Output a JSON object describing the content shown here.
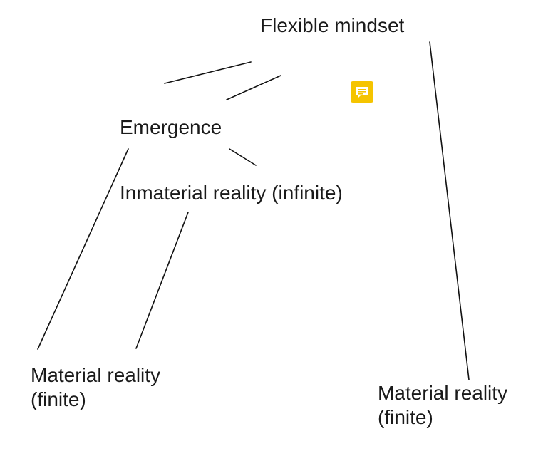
{
  "diagram": {
    "nodes": {
      "flexible_mindset": {
        "line1": "Flexible mindset"
      },
      "emergence": {
        "line1": "Emergence"
      },
      "inmaterial_reality": {
        "line1": "Inmaterial reality (infinite)"
      },
      "material_reality_left": {
        "line1": "Material reality",
        "line2": "(finite)"
      },
      "material_reality_right": {
        "line1": "Material reality",
        "line2": "(finite)"
      }
    },
    "icons": {
      "comment": "comment-icon"
    },
    "colors": {
      "comment_icon": "#f5c400",
      "text": "#1a1a1a",
      "lines": "#111111"
    }
  }
}
